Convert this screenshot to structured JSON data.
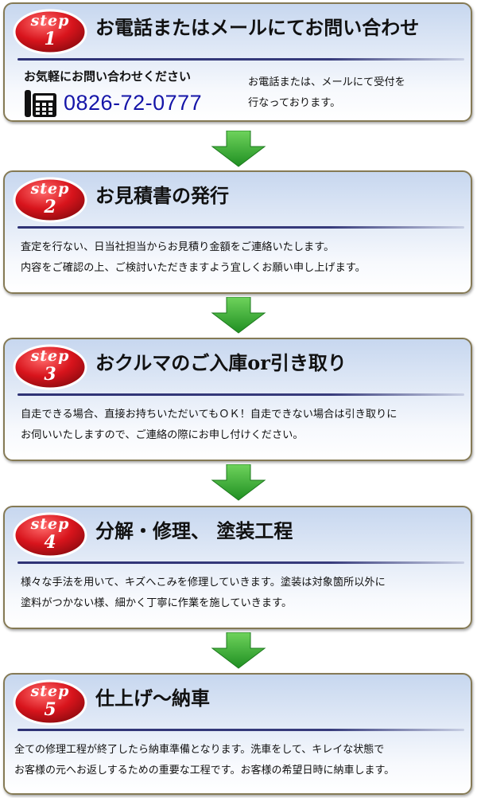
{
  "step_word": "step",
  "steps": [
    {
      "number": "1",
      "title": "お電話またはメールにてお問い合わせ",
      "contact_label": "お気軽にお問い合わせください",
      "phone": "0826-72-0777",
      "desc_lines": [
        "お電話または、メールにて受付を",
        "行なっております。"
      ]
    },
    {
      "number": "2",
      "title": "お見積書の発行",
      "lines": [
        "査定を行ない、日当社担当からお見積り金額をご連絡いたします。",
        "内容をご確認の上、ご検討いただきますよう宜しくお願い申し上げます。"
      ]
    },
    {
      "number": "3",
      "title": "おクルマのご入庫or引き取り",
      "lines": [
        "自走できる場合、直接お持ちいただいてもＯＫ！自走できない場合は引き取りに",
        "お伺いいたしますので、ご連絡の際にお申し付けください。"
      ]
    },
    {
      "number": "4",
      "title": "分解・修理、 塗装工程",
      "lines": [
        "様々な手法を用いて、キズへこみを修理していきます。塗装は対象箇所以外に",
        "塗料がつかない様、細かく丁寧に作業を施していきます。"
      ]
    },
    {
      "number": "5",
      "title": "仕上げ～納車",
      "lines": [
        "全ての修理工程が終了したら納車準備となります。洗車をして、キレイな状態で",
        "お客様の元へお返しするための重要な工程です。お客様の希望日時に納車します。"
      ]
    }
  ],
  "colors": {
    "badge_red": "#d8141c",
    "arrow_green": "#2ea82c",
    "phone_blue": "#1515a8",
    "card_border": "#857a55"
  },
  "icons": {
    "phone": "telephone-icon",
    "arrow": "arrow-down-icon"
  }
}
